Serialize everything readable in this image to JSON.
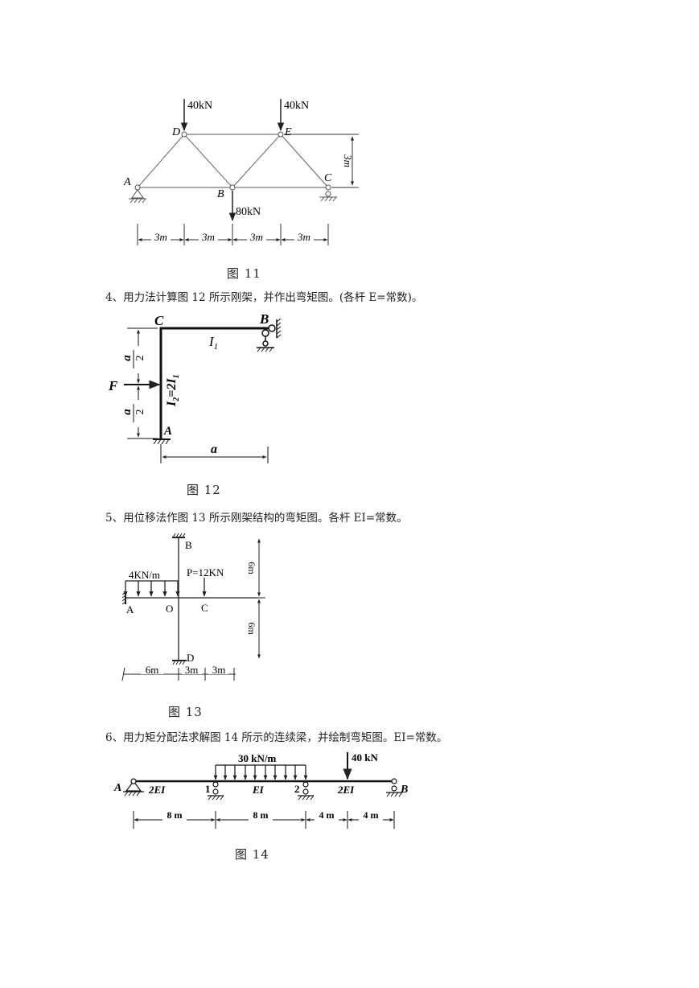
{
  "fig11": {
    "caption": "图 11",
    "load_left": "40kN",
    "load_right": "40kN",
    "load_bottom": "80kN",
    "node_a": "A",
    "node_b": "B",
    "node_c": "C",
    "node_d": "D",
    "node_e": "E",
    "height": "3m",
    "spans": [
      "3m",
      "3m",
      "3m",
      "3m"
    ]
  },
  "q4": {
    "text": "4、用力法计算图 12 所示刚架，并作出弯矩图。(各杆 E=常数)。"
  },
  "fig12": {
    "caption": "图 12",
    "node_c": "C",
    "node_b": "B",
    "node_a": "A",
    "force": "F",
    "i1": "I",
    "i1_sub": "1",
    "i2": "I",
    "i2_sub": "2",
    "i2_mid": "=2I",
    "i2_sub2": "1",
    "dim_top_num": "a",
    "dim_top_den": "2",
    "dim_bot_num": "a",
    "dim_bot_den": "2",
    "dim_width": "a"
  },
  "q5": {
    "text": "5、用位移法作图 13 所示刚架结构的弯矩图。各杆 EI=常数。"
  },
  "fig13": {
    "caption": "图 13",
    "node_b": "B",
    "node_a": "A",
    "node_o": "O",
    "node_c": "C",
    "node_d": "D",
    "udl": "4KN/m",
    "point_load": "P=12KN",
    "height_top": "6m",
    "height_bottom": "6m",
    "spans": [
      "6m",
      "3m",
      "3m"
    ]
  },
  "q6": {
    "text": "6、用力矩分配法求解图 14 所示的连续梁，并绘制弯矩图。EI=常数。"
  },
  "fig14": {
    "caption": "图 14",
    "udl": "30 kN/m",
    "point_load": "40 kN",
    "node_a": "A",
    "node_1": "1",
    "node_2": "2",
    "node_b": "B",
    "ei_1": "2EI",
    "ei_2": "EI",
    "ei_3": "2EI",
    "spans": [
      "8 m",
      "8 m",
      "4 m",
      "4 m"
    ]
  }
}
